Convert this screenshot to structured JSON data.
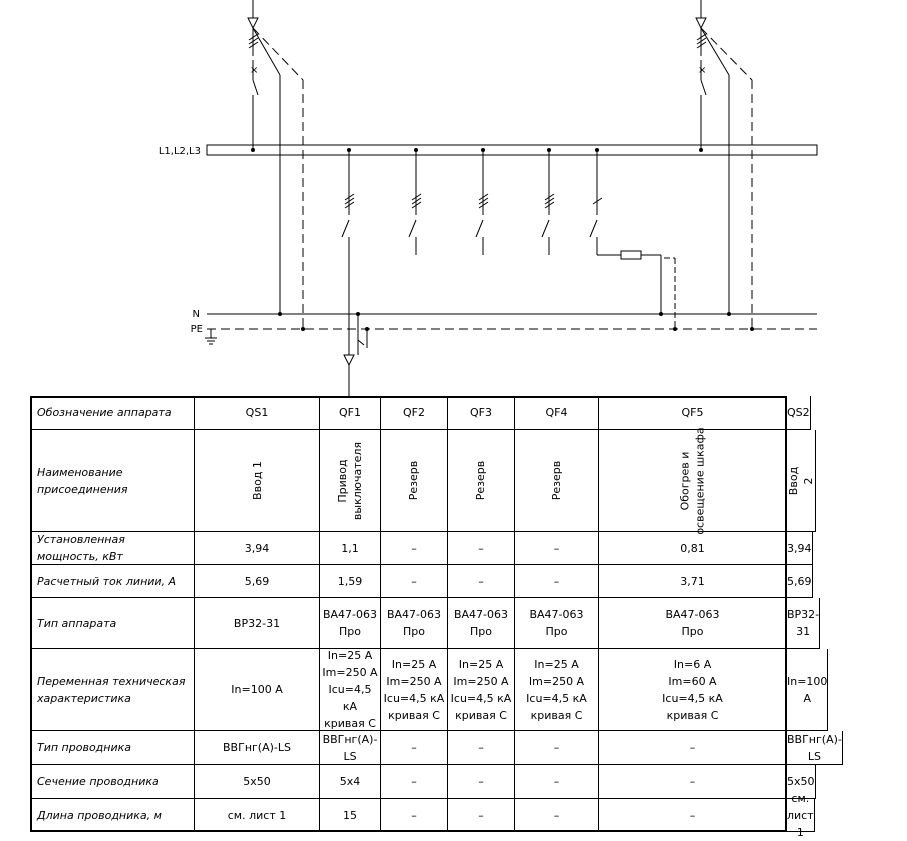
{
  "bus_label": "L1,L2,L3",
  "n_label": "N",
  "pe_label": "PE",
  "table": {
    "columns": [
      "QS1",
      "QF1",
      "QF2",
      "QF3",
      "QF4",
      "QF5",
      "QS2"
    ],
    "rows": [
      {
        "header": "Обозначение аппарата",
        "cells": [
          "QS1",
          "QF1",
          "QF2",
          "QF3",
          "QF4",
          "QF5",
          "QS2"
        ]
      },
      {
        "header": "Наименование\nприсоединения",
        "vertical": true,
        "cells": [
          "Ввод 1",
          "Привод\nвыключателя",
          "Резерв",
          "Резерв",
          "Резерв",
          "Обогрев и\nосвещение шкафа",
          "Ввод 2"
        ]
      },
      {
        "header": "Установленная\nмощность, кВт",
        "cells": [
          "3,94",
          "1,1",
          "–",
          "–",
          "–",
          "0,81",
          "3,94"
        ]
      },
      {
        "header": "Расчетный ток линии, А",
        "cells": [
          "5,69",
          "1,59",
          "–",
          "–",
          "–",
          "3,71",
          "5,69"
        ]
      },
      {
        "header": "Тип аппарата",
        "cells": [
          "ВР32-31",
          "ВА47-063\nПро",
          "ВА47-063\nПро",
          "ВА47-063\nПро",
          "ВА47-063\nПро",
          "ВА47-063\nПро",
          "ВР32-31"
        ]
      },
      {
        "header": "Переменная техническая\nхарактеристика",
        "cells": [
          "In=100 А",
          "In=25 А\nIm=250 А\nIcu=4,5 кА\nкривая С",
          "In=25 А\nIm=250 А\nIcu=4,5 кА\nкривая С",
          "In=25 А\nIm=250 А\nIcu=4,5 кА\nкривая С",
          "In=25 А\nIm=250 А\nIcu=4,5 кА\nкривая С",
          "In=6 А\nIm=60 А\nIcu=4,5 кА\nкривая С",
          "In=100 А"
        ]
      },
      {
        "header": "Тип проводника",
        "cells": [
          "ВВГнг(А)-LS",
          "ВВГнг(А)-LS",
          "–",
          "–",
          "–",
          "–",
          "ВВГнг(А)-LS"
        ]
      },
      {
        "header": "Сечение проводника",
        "cells": [
          "5х50",
          "5х4",
          "–",
          "–",
          "–",
          "–",
          "5х50"
        ]
      },
      {
        "header": "Длина проводника, м",
        "cells": [
          "см. лист 1",
          "15",
          "–",
          "–",
          "–",
          "–",
          "см. лист 1"
        ]
      }
    ]
  }
}
